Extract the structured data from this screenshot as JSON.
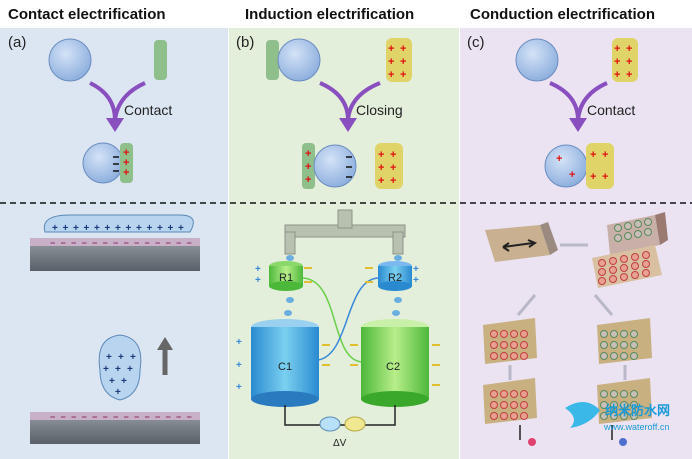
{
  "columns": [
    {
      "title": "Contact electrification",
      "panel_label": "(a)",
      "action": "Contact",
      "bg": "#dbe6f2"
    },
    {
      "title": "Induction  electrification",
      "panel_label": "(b)",
      "action": "Closing",
      "bg": "#e3eedb"
    },
    {
      "title": "Conduction electrification",
      "panel_label": "(c)",
      "action": "Contact",
      "bg": "#ebe3f2"
    }
  ],
  "labels": {
    "r1": "R1",
    "r2": "R2",
    "c1": "C1",
    "c2": "C2",
    "voltage": "ΔV"
  },
  "watermark": {
    "cn": "纳米防水网",
    "url": "www.wateroff.cn"
  },
  "symbols": {
    "plus": "+",
    "minus": "−"
  },
  "colors": {
    "sphere": "#a9c4e8",
    "bar_green": "#8fbf8a",
    "bar_yellow": "#e0d468",
    "arrow": "#8a4fbf",
    "plus": "#e01010"
  }
}
